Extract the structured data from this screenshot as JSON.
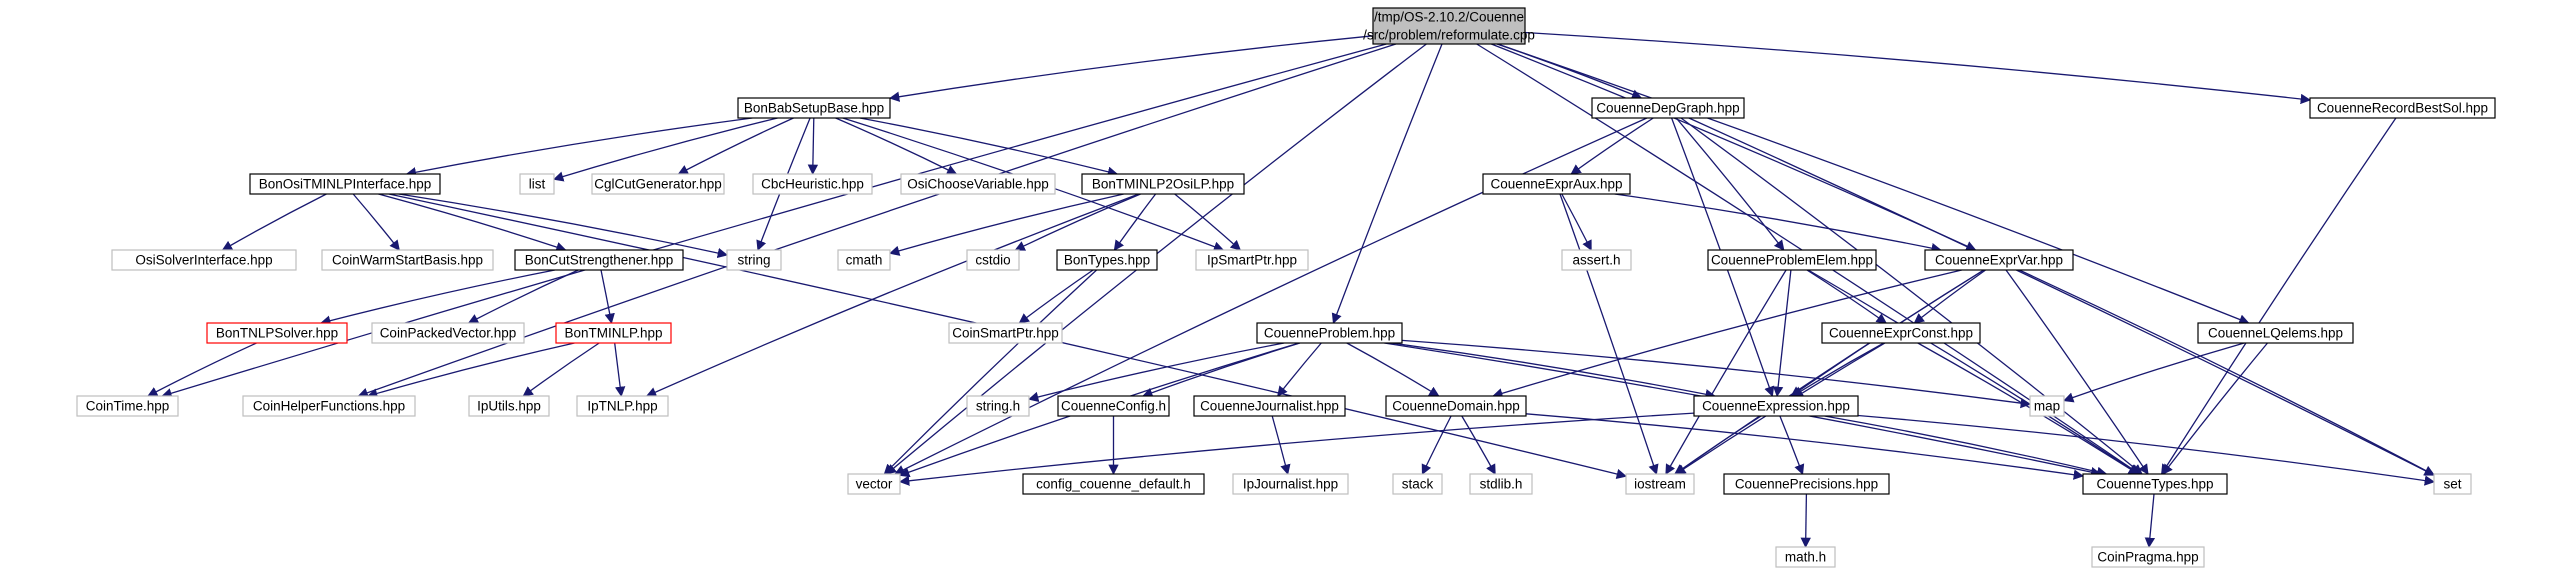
{
  "colors": {
    "root_fill": "#bfbfbf",
    "node_border": "#000000",
    "external_border": "#bfbfbf",
    "missing_border": "#ff0000",
    "edge": "#191970"
  },
  "nodes": [
    {
      "id": "root",
      "lines": [
        "/tmp/OS-2.10.2/Couenne",
        "/src/problem/reformulate.cpp"
      ],
      "style": "root"
    },
    {
      "id": "bonbab",
      "lines": [
        "BonBabSetupBase.hpp"
      ],
      "style": "normal"
    },
    {
      "id": "depgraph",
      "lines": [
        "CouenneDepGraph.hpp"
      ],
      "style": "normal"
    },
    {
      "id": "recbest",
      "lines": [
        "CouenneRecordBestSol.hpp"
      ],
      "style": "normal"
    },
    {
      "id": "osi_tminlp_if",
      "lines": [
        "BonOsiTMINLPInterface.hpp"
      ],
      "style": "normal"
    },
    {
      "id": "list",
      "lines": [
        "list"
      ],
      "style": "external"
    },
    {
      "id": "cglcut",
      "lines": [
        "CglCutGenerator.hpp"
      ],
      "style": "external"
    },
    {
      "id": "cbcheur",
      "lines": [
        "CbcHeuristic.hpp"
      ],
      "style": "external"
    },
    {
      "id": "osichoose",
      "lines": [
        "OsiChooseVariable.hpp"
      ],
      "style": "external"
    },
    {
      "id": "tminlp2osilp",
      "lines": [
        "BonTMINLP2OsiLP.hpp"
      ],
      "style": "normal"
    },
    {
      "id": "exprAux",
      "lines": [
        "CouenneExprAux.hpp"
      ],
      "style": "normal"
    },
    {
      "id": "osisolver",
      "lines": [
        "OsiSolverInterface.hpp"
      ],
      "style": "external"
    },
    {
      "id": "coinwarm",
      "lines": [
        "CoinWarmStartBasis.hpp"
      ],
      "style": "external"
    },
    {
      "id": "cutstrength",
      "lines": [
        "BonCutStrengthener.hpp"
      ],
      "style": "normal"
    },
    {
      "id": "string",
      "lines": [
        "string"
      ],
      "style": "external"
    },
    {
      "id": "cmath",
      "lines": [
        "cmath"
      ],
      "style": "external"
    },
    {
      "id": "cstdio",
      "lines": [
        "cstdio"
      ],
      "style": "external"
    },
    {
      "id": "bontypes",
      "lines": [
        "BonTypes.hpp"
      ],
      "style": "normal"
    },
    {
      "id": "ipsmartptr",
      "lines": [
        "IpSmartPtr.hpp"
      ],
      "style": "external"
    },
    {
      "id": "asserth",
      "lines": [
        "assert.h"
      ],
      "style": "external"
    },
    {
      "id": "probelem",
      "lines": [
        "CouenneProblemElem.hpp"
      ],
      "style": "normal"
    },
    {
      "id": "exprVar",
      "lines": [
        "CouenneExprVar.hpp"
      ],
      "style": "normal"
    },
    {
      "id": "tnlpsolver",
      "lines": [
        "BonTNLPSolver.hpp"
      ],
      "style": "missing"
    },
    {
      "id": "coinpacked",
      "lines": [
        "CoinPackedVector.hpp"
      ],
      "style": "external"
    },
    {
      "id": "bontminlp",
      "lines": [
        "BonTMINLP.hpp"
      ],
      "style": "missing"
    },
    {
      "id": "coinsmart",
      "lines": [
        "CoinSmartPtr.hpp"
      ],
      "style": "external"
    },
    {
      "id": "problem",
      "lines": [
        "CouenneProblem.hpp"
      ],
      "style": "normal"
    },
    {
      "id": "exprConst",
      "lines": [
        "CouenneExprConst.hpp"
      ],
      "style": "normal"
    },
    {
      "id": "lqelems",
      "lines": [
        "CouenneLQelems.hpp"
      ],
      "style": "normal"
    },
    {
      "id": "cointime",
      "lines": [
        "CoinTime.hpp"
      ],
      "style": "external"
    },
    {
      "id": "coinhelper",
      "lines": [
        "CoinHelperFunctions.hpp"
      ],
      "style": "external"
    },
    {
      "id": "iputils",
      "lines": [
        "IpUtils.hpp"
      ],
      "style": "external"
    },
    {
      "id": "iptnlp",
      "lines": [
        "IpTNLP.hpp"
      ],
      "style": "external"
    },
    {
      "id": "stringh",
      "lines": [
        "string.h"
      ],
      "style": "external"
    },
    {
      "id": "config",
      "lines": [
        "CouenneConfig.h"
      ],
      "style": "normal"
    },
    {
      "id": "journalist",
      "lines": [
        "CouenneJournalist.hpp"
      ],
      "style": "normal"
    },
    {
      "id": "domain",
      "lines": [
        "CouenneDomain.hpp"
      ],
      "style": "normal"
    },
    {
      "id": "expression",
      "lines": [
        "CouenneExpression.hpp"
      ],
      "style": "normal"
    },
    {
      "id": "map",
      "lines": [
        "map"
      ],
      "style": "external"
    },
    {
      "id": "vector",
      "lines": [
        "vector"
      ],
      "style": "external"
    },
    {
      "id": "configdef",
      "lines": [
        "config_couenne_default.h"
      ],
      "style": "normal"
    },
    {
      "id": "ipjournal",
      "lines": [
        "IpJournalist.hpp"
      ],
      "style": "external"
    },
    {
      "id": "stack",
      "lines": [
        "stack"
      ],
      "style": "external"
    },
    {
      "id": "stdlib",
      "lines": [
        "stdlib.h"
      ],
      "style": "external"
    },
    {
      "id": "iostream",
      "lines": [
        "iostream"
      ],
      "style": "external"
    },
    {
      "id": "precisions",
      "lines": [
        "CouennePrecisions.hpp"
      ],
      "style": "normal"
    },
    {
      "id": "types",
      "lines": [
        "CouenneTypes.hpp"
      ],
      "style": "normal"
    },
    {
      "id": "set",
      "lines": [
        "set"
      ],
      "style": "external"
    },
    {
      "id": "mathh",
      "lines": [
        "math.h"
      ],
      "style": "external"
    },
    {
      "id": "coinpragma",
      "lines": [
        "CoinPragma.hpp"
      ],
      "style": "external"
    }
  ],
  "edges": [
    [
      "root",
      "bonbab"
    ],
    [
      "root",
      "depgraph"
    ],
    [
      "root",
      "recbest"
    ],
    [
      "root",
      "problem"
    ],
    [
      "root",
      "exprVar"
    ],
    [
      "root",
      "lqelems"
    ],
    [
      "root",
      "cointime"
    ],
    [
      "root",
      "coinhelper"
    ],
    [
      "root",
      "vector"
    ],
    [
      "root",
      "types"
    ],
    [
      "bonbab",
      "osi_tminlp_if"
    ],
    [
      "bonbab",
      "list"
    ],
    [
      "bonbab",
      "cglcut"
    ],
    [
      "bonbab",
      "cbcheur"
    ],
    [
      "bonbab",
      "osichoose"
    ],
    [
      "bonbab",
      "tminlp2osilp"
    ],
    [
      "bonbab",
      "string"
    ],
    [
      "bonbab",
      "ipsmartptr"
    ],
    [
      "osi_tminlp_if",
      "osisolver"
    ],
    [
      "osi_tminlp_if",
      "coinwarm"
    ],
    [
      "osi_tminlp_if",
      "cutstrength"
    ],
    [
      "osi_tminlp_if",
      "string"
    ],
    [
      "osi_tminlp_if",
      "iostream"
    ],
    [
      "tminlp2osilp",
      "cmath"
    ],
    [
      "tminlp2osilp",
      "cstdio"
    ],
    [
      "tminlp2osilp",
      "bontypes"
    ],
    [
      "tminlp2osilp",
      "ipsmartptr"
    ],
    [
      "tminlp2osilp",
      "iptnlp"
    ],
    [
      "bontypes",
      "coinsmart"
    ],
    [
      "bontypes",
      "vector"
    ],
    [
      "cutstrength",
      "tnlpsolver"
    ],
    [
      "cutstrength",
      "coinpacked"
    ],
    [
      "cutstrength",
      "bontminlp"
    ],
    [
      "tnlpsolver",
      "cointime"
    ],
    [
      "bontminlp",
      "coinhelper"
    ],
    [
      "bontminlp",
      "iputils"
    ],
    [
      "bontminlp",
      "iptnlp"
    ],
    [
      "depgraph",
      "exprAux"
    ],
    [
      "depgraph",
      "probelem"
    ],
    [
      "depgraph",
      "expression"
    ],
    [
      "depgraph",
      "types"
    ],
    [
      "depgraph",
      "set"
    ],
    [
      "depgraph",
      "vector"
    ],
    [
      "exprAux",
      "asserth"
    ],
    [
      "exprAux",
      "exprVar"
    ],
    [
      "exprAux",
      "iostream"
    ],
    [
      "probelem",
      "exprConst"
    ],
    [
      "probelem",
      "expression"
    ],
    [
      "probelem",
      "iostream"
    ],
    [
      "probelem",
      "types"
    ],
    [
      "exprVar",
      "exprConst"
    ],
    [
      "exprVar",
      "expression"
    ],
    [
      "exprVar",
      "iostream"
    ],
    [
      "exprVar",
      "types"
    ],
    [
      "exprVar",
      "domain"
    ],
    [
      "exprVar",
      "set"
    ],
    [
      "exprConst",
      "expression"
    ],
    [
      "exprConst",
      "iostream"
    ],
    [
      "exprConst",
      "types"
    ],
    [
      "problem",
      "stringh"
    ],
    [
      "problem",
      "config"
    ],
    [
      "problem",
      "journalist"
    ],
    [
      "problem",
      "domain"
    ],
    [
      "problem",
      "expression"
    ],
    [
      "problem",
      "map"
    ],
    [
      "problem",
      "vector"
    ],
    [
      "problem",
      "types"
    ],
    [
      "config",
      "configdef"
    ],
    [
      "journalist",
      "ipjournal"
    ],
    [
      "domain",
      "stack"
    ],
    [
      "domain",
      "stdlib"
    ],
    [
      "domain",
      "types"
    ],
    [
      "expression",
      "vector"
    ],
    [
      "expression",
      "iostream"
    ],
    [
      "expression",
      "precisions"
    ],
    [
      "expression",
      "types"
    ],
    [
      "expression",
      "set"
    ],
    [
      "precisions",
      "mathh"
    ],
    [
      "lqelems",
      "map"
    ],
    [
      "lqelems",
      "types"
    ],
    [
      "recbest",
      "types"
    ],
    [
      "types",
      "coinpragma"
    ]
  ]
}
